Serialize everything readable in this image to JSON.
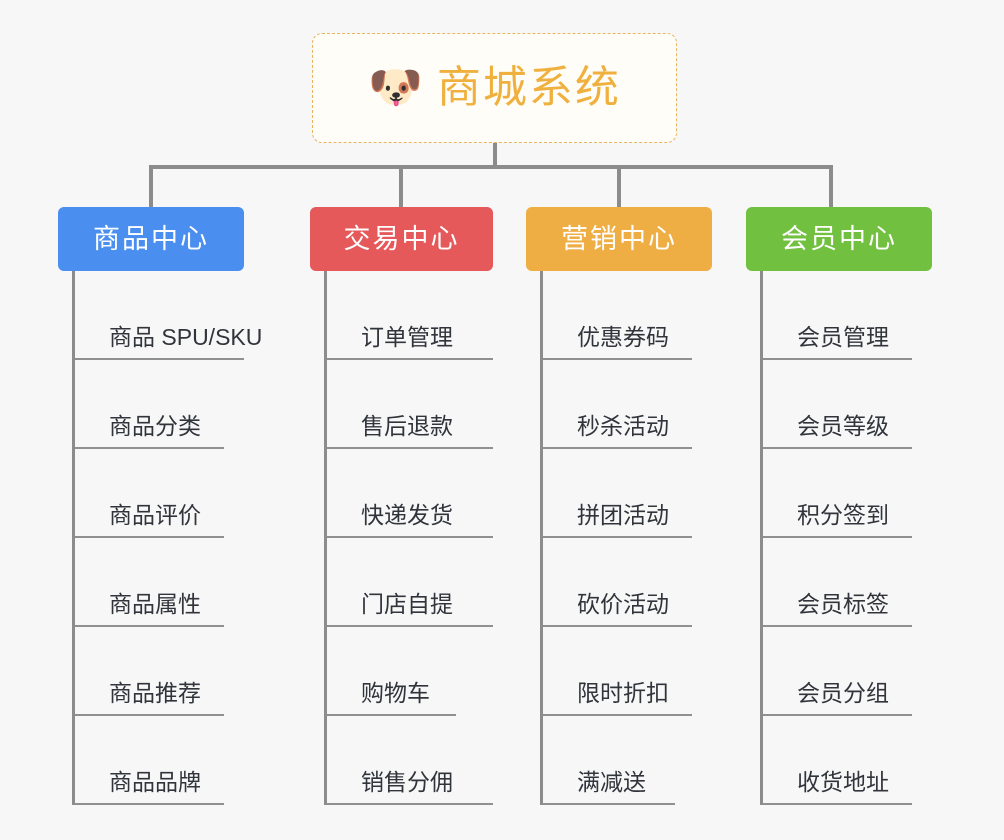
{
  "root": {
    "icon": "shiba-dog-emoji",
    "emoji": "🐶",
    "title": "商城系统",
    "border_color": "#e8b45c",
    "title_color": "#f0b03e",
    "background": "#fffdf8"
  },
  "canvas": {
    "background": "#f7f7f7",
    "connector_color": "#8c8c8c",
    "leaf_rule_color": "#909090",
    "leaf_text_color": "#31353b"
  },
  "columns": [
    {
      "label": "商品中心",
      "color": "#4a8ef0",
      "items": [
        "商品 SPU/SKU",
        "商品分类",
        "商品评价",
        "商品属性",
        "商品推荐",
        "商品品牌"
      ]
    },
    {
      "label": "交易中心",
      "color": "#e5595a",
      "items": [
        "订单管理",
        "售后退款",
        "快递发货",
        "门店自提",
        "购物车",
        "销售分佣"
      ]
    },
    {
      "label": "营销中心",
      "color": "#eeae44",
      "items": [
        "优惠券码",
        "秒杀活动",
        "拼团活动",
        "砍价活动",
        "限时折扣",
        "满减送"
      ]
    },
    {
      "label": "会员中心",
      "color": "#72c040",
      "items": [
        "会员管理",
        "会员等级",
        "积分签到",
        "会员标签",
        "会员分组",
        "收货地址"
      ]
    }
  ]
}
